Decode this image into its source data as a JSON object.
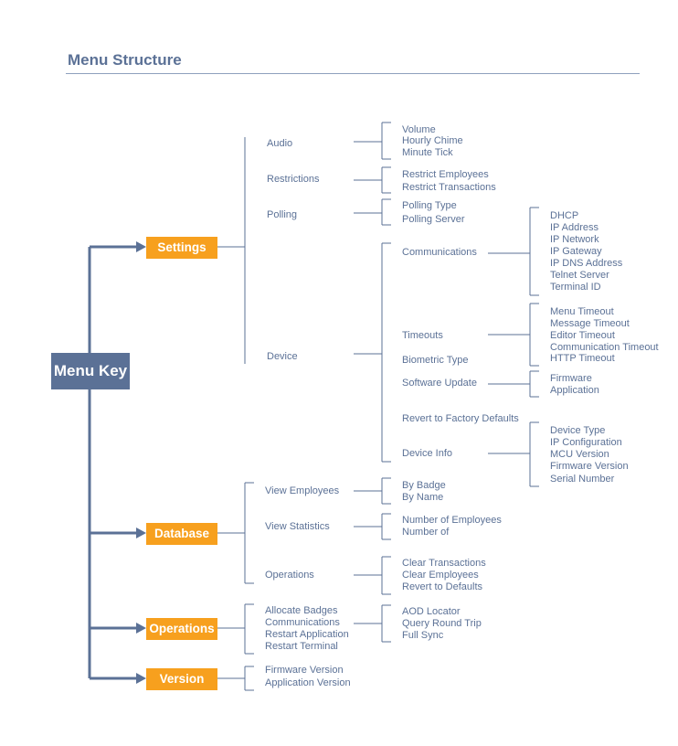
{
  "page": {
    "title": "Menu Structure"
  },
  "colors": {
    "line": "#5b7196",
    "accent": "#f7a01e",
    "key_bg": "#5b7196"
  },
  "root": "Menu Key",
  "tree": {
    "settings": {
      "label": "Settings",
      "audio": {
        "label": "Audio",
        "items": [
          "Volume",
          "Hourly Chime",
          "Minute Tick"
        ]
      },
      "restrictions": {
        "label": "Restrictions",
        "items": [
          "Restrict Employees",
          "Restrict Transactions"
        ]
      },
      "polling": {
        "label": "Polling",
        "items": [
          "Polling Type",
          "Polling Server"
        ]
      },
      "device": {
        "label": "Device",
        "communications": {
          "label": "Communications",
          "items": [
            "DHCP",
            "IP Address",
            "IP Network",
            "IP Gateway",
            "IP DNS Address",
            "Telnet Server",
            "Terminal ID"
          ]
        },
        "timeouts": {
          "label": "Timeouts",
          "items": [
            "Menu Timeout",
            "Message Timeout",
            "Editor Timeout",
            "Communication Timeout",
            "HTTP Timeout"
          ]
        },
        "biometric": {
          "label": "Biometric Type"
        },
        "software_update": {
          "label": "Software Update",
          "items": [
            "Firmware",
            "Application"
          ]
        },
        "revert": {
          "label": "Revert to Factory Defaults"
        },
        "device_info": {
          "label": "Device Info",
          "items": [
            "Device Type",
            "IP Configuration",
            "MCU Version",
            "Firmware Version",
            "Serial Number"
          ]
        }
      }
    },
    "database": {
      "label": "Database",
      "view_employees": {
        "label": "View Employees",
        "items": [
          "By Badge",
          "By Name"
        ]
      },
      "view_statistics": {
        "label": "View Statistics",
        "items": [
          "Number of Employees",
          "Number of"
        ]
      },
      "operations": {
        "label": "Operations",
        "items": [
          "Clear Transactions",
          "Clear Employees",
          "Revert to Defaults"
        ]
      }
    },
    "operations": {
      "label": "Operations",
      "allocate": {
        "label": "Allocate Badges"
      },
      "communications": {
        "label": "Communications",
        "items": [
          "AOD Locator",
          "Query Round Trip",
          "Full Sync"
        ]
      },
      "restart_app": {
        "label": "Restart Application"
      },
      "restart_term": {
        "label": "Restart Terminal"
      }
    },
    "version": {
      "label": "Version",
      "items": [
        "Firmware Version",
        "Application Version"
      ]
    }
  }
}
